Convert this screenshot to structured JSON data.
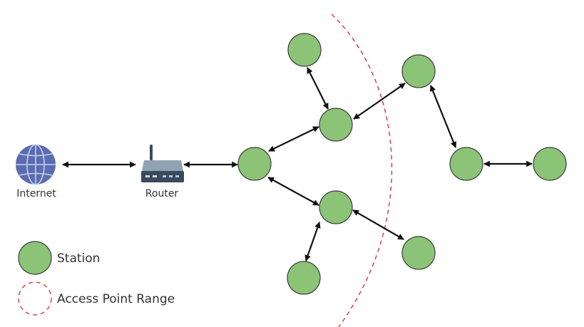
{
  "nodes": {
    "internet": {
      "label": "Internet"
    },
    "router": {
      "label": "Router"
    }
  },
  "legend": {
    "station": "Station",
    "range": "Access Point Range"
  },
  "colors": {
    "station_fill": "#8bc476",
    "range_stroke": "#d9434a",
    "globe": "#5b6db0",
    "arrow": "#111111"
  }
}
